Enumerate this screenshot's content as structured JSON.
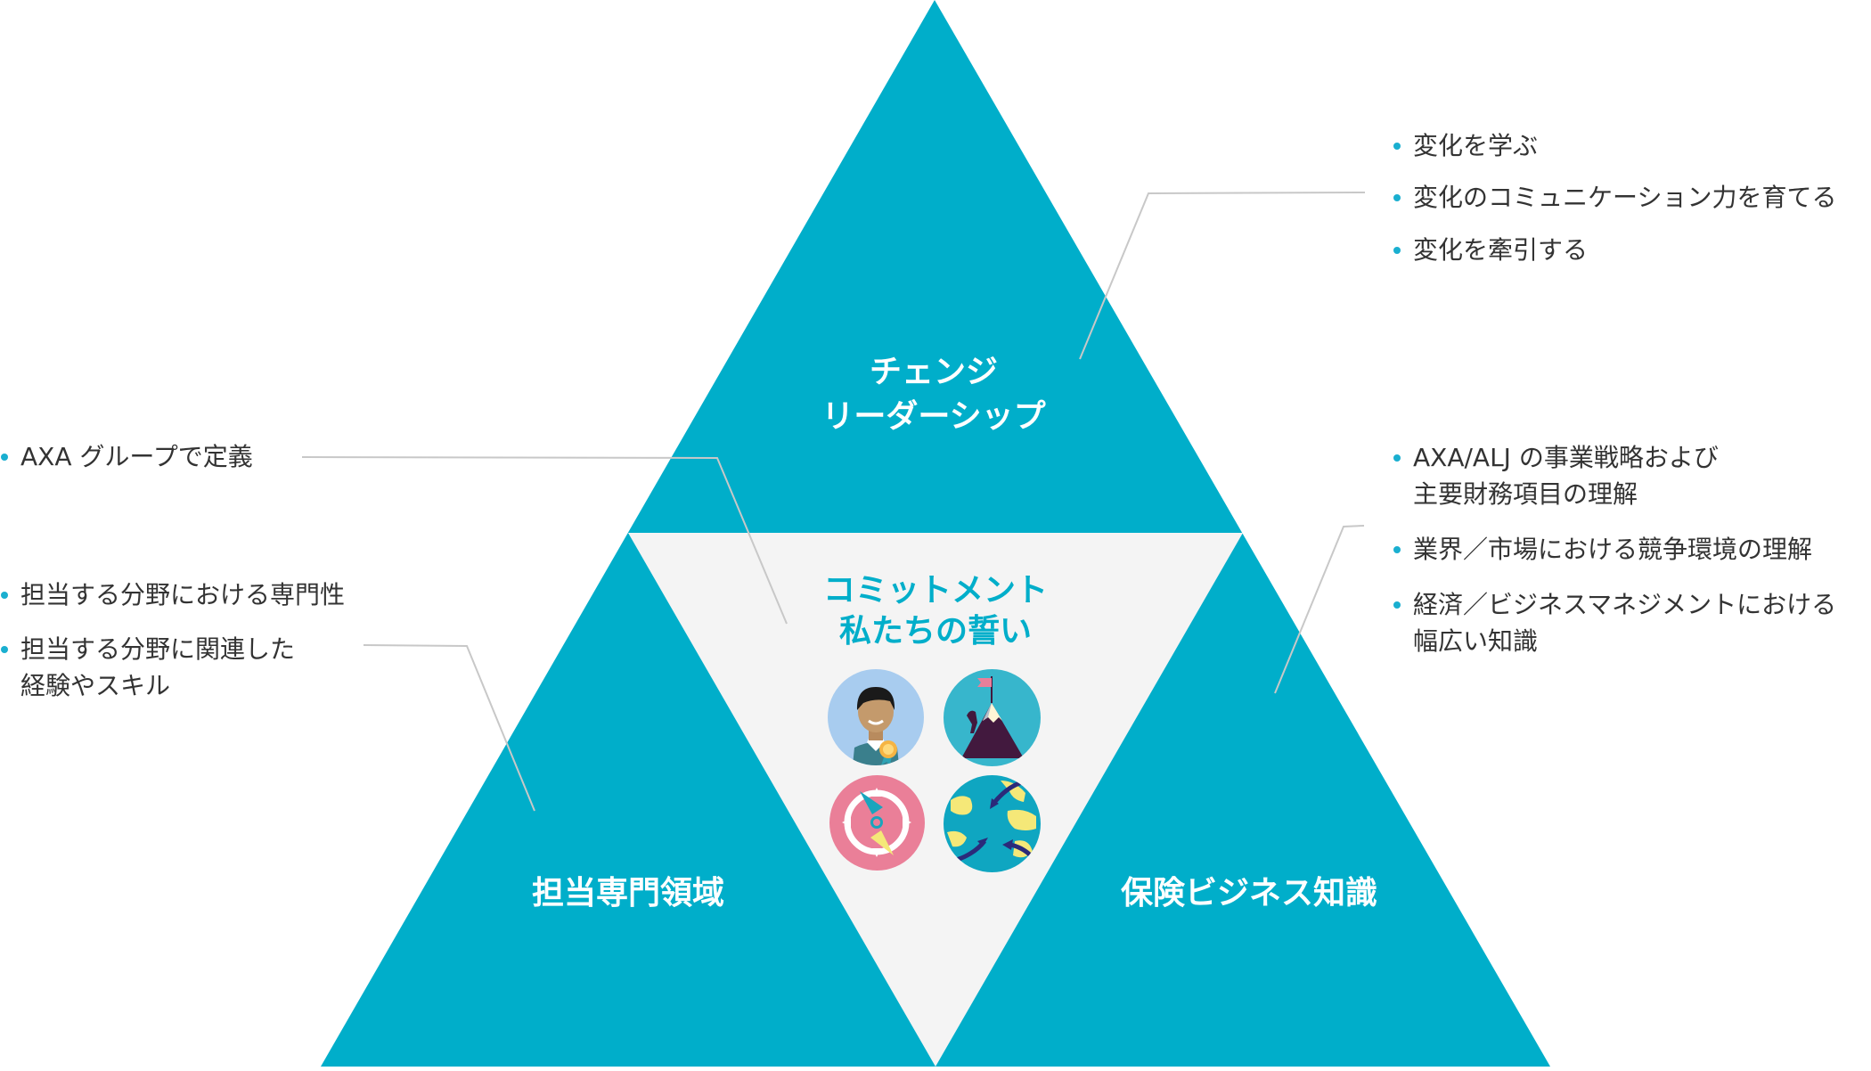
{
  "colors": {
    "triangle": "#00AECA",
    "center": "#F4F4F4",
    "connector": "#C8C8C8",
    "bullet": "#1AAFD0",
    "text": "#333333",
    "center_title": "#00AECA"
  },
  "triangles": {
    "top": {
      "label_lines": [
        "チェンジ",
        "リーダーシップ"
      ]
    },
    "bottom_left": {
      "label": "担当専門領域"
    },
    "bottom_right": {
      "label": "保険ビジネス知識"
    }
  },
  "center": {
    "title_lines": [
      "コミットメント",
      "私たちの誓い"
    ],
    "icons": [
      "person-award-icon",
      "mountain-flag-icon",
      "compass-icon",
      "globe-arrows-icon"
    ]
  },
  "lists": {
    "change_leadership": [
      {
        "lines": [
          "変化を学ぶ"
        ]
      },
      {
        "lines": [
          "変化のコミュニケーション力を育てる"
        ]
      },
      {
        "lines": [
          "変化を牽引する"
        ]
      }
    ],
    "commitment": [
      {
        "lines": [
          "AXA グループで定義"
        ]
      }
    ],
    "expertise": [
      {
        "lines": [
          "担当する分野における専門性"
        ]
      },
      {
        "lines": [
          "担当する分野に関連した",
          "経験やスキル"
        ]
      }
    ],
    "insurance_business": [
      {
        "lines": [
          "AXA/ALJ の事業戦略および",
          "主要財務項目の理解"
        ]
      },
      {
        "lines": [
          "業界／市場における競争環境の理解"
        ]
      },
      {
        "lines": [
          "経済／ビジネスマネジメントにおける",
          "幅広い知識"
        ]
      }
    ]
  }
}
